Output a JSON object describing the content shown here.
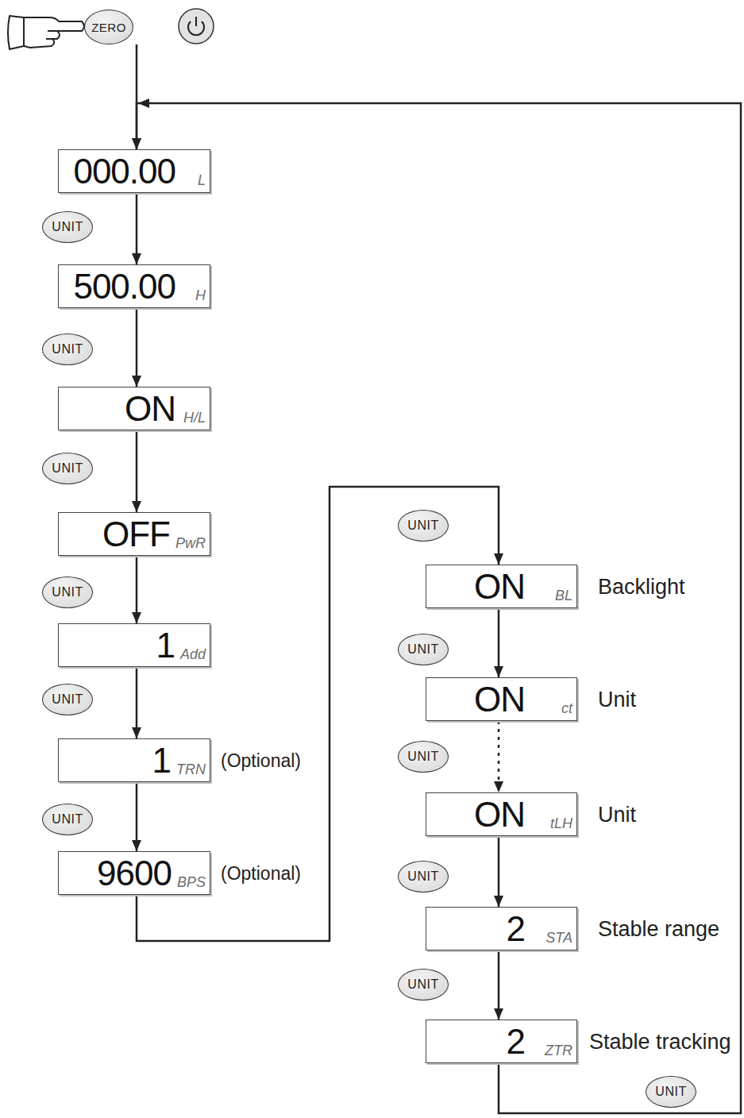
{
  "diagram": {
    "nodes": [
      {
        "text": [
          "ZERO"
        ]
      },
      {
        "text": [
          "000.00",
          "L"
        ]
      },
      {
        "text": [
          "UNIT"
        ]
      },
      {
        "text": [
          "500.00",
          "H"
        ]
      },
      {
        "text": [
          "UNIT"
        ]
      },
      {
        "text": [
          "ON",
          "H/L"
        ]
      },
      {
        "text": [
          "UNIT"
        ]
      },
      {
        "text": [
          "OFF",
          "PwR"
        ]
      },
      {
        "text": [
          "UNIT"
        ]
      },
      {
        "text": [
          "1",
          "Add"
        ]
      },
      {
        "text": [
          "UNIT"
        ]
      },
      {
        "text": [
          "1",
          "TRN",
          "(Optional)"
        ]
      },
      {
        "text": [
          "UNIT"
        ]
      },
      {
        "text": [
          "9600",
          "BPS",
          "(Optional)"
        ]
      },
      {
        "text": [
          "UNIT"
        ]
      },
      {
        "text": [
          "ON",
          "BL",
          "Backlight"
        ]
      },
      {
        "text": [
          "UNIT"
        ]
      },
      {
        "text": [
          "ON",
          "ct",
          "Unit"
        ]
      },
      {
        "text": [
          "UNIT"
        ]
      },
      {
        "text": [
          "ON",
          "tLH",
          "Unit"
        ]
      },
      {
        "text": [
          "UNIT"
        ]
      },
      {
        "text": [
          "2",
          "STA",
          "Stable range"
        ]
      },
      {
        "text": [
          "UNIT"
        ]
      },
      {
        "text": [
          "2",
          "ZTR",
          "Stable tracking"
        ]
      },
      {
        "text": [
          "UNIT"
        ]
      }
    ],
    "edges": [
      {
        "from": 0,
        "to": 1,
        "arrow": "to"
      },
      {
        "from": 1,
        "to": 3,
        "arrow": "to"
      },
      {
        "from": 3,
        "to": 5,
        "arrow": "to"
      },
      {
        "from": 5,
        "to": 7,
        "arrow": "to"
      },
      {
        "from": 7,
        "to": 9,
        "arrow": "to"
      },
      {
        "from": 9,
        "to": 11,
        "arrow": "to"
      },
      {
        "from": 11,
        "to": 13,
        "arrow": "to"
      },
      {
        "from": 13,
        "to": 15,
        "arrow": "to"
      },
      {
        "from": 15,
        "to": 17,
        "arrow": "to"
      },
      {
        "from": 17,
        "to": 19,
        "arrow": "to"
      },
      {
        "from": 19,
        "to": 21,
        "arrow": "to"
      },
      {
        "from": 21,
        "to": 23,
        "arrow": "to"
      },
      {
        "from": 23,
        "to": 1,
        "arrow": "to"
      }
    ]
  }
}
